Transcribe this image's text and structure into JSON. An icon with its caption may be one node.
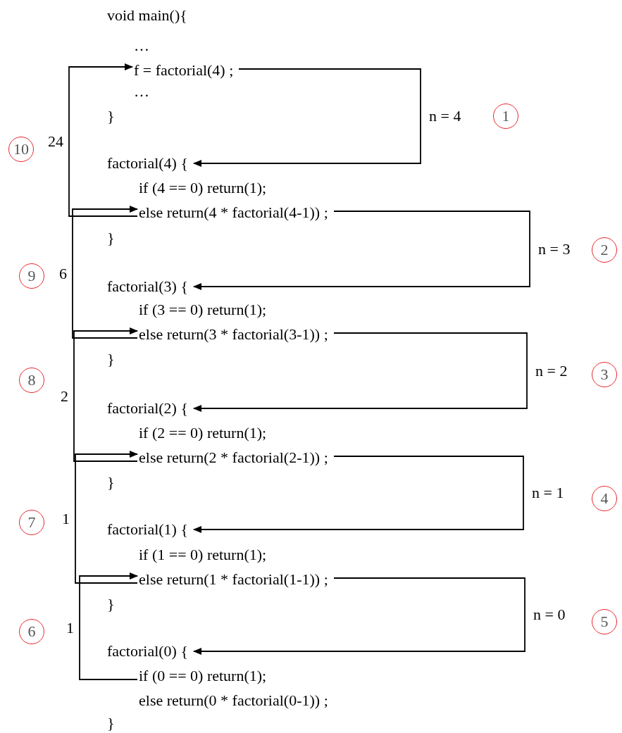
{
  "diagram": {
    "nodes": [
      {
        "text": [
          "f = factorial(4) ;"
        ]
      },
      {
        "text": [
          "1"
        ]
      },
      {
        "text": [
          "10"
        ]
      },
      {
        "text": [
          "factorial(4) {"
        ]
      },
      {
        "text": [
          "else return(4 * factorial(4-1)) ;"
        ]
      },
      {
        "text": [
          "2"
        ]
      },
      {
        "text": [
          "9"
        ]
      },
      {
        "text": [
          "factorial(3) {"
        ]
      },
      {
        "text": [
          "else return(3 * factorial(3-1)) ;"
        ]
      },
      {
        "text": [
          "3"
        ]
      },
      {
        "text": [
          "8"
        ]
      },
      {
        "text": [
          "factorial(2) {"
        ]
      },
      {
        "text": [
          "else return(2 * factorial(2-1)) ;"
        ]
      },
      {
        "text": [
          "4"
        ]
      },
      {
        "text": [
          "7"
        ]
      },
      {
        "text": [
          "factorial(1) {"
        ]
      },
      {
        "text": [
          "else return(1 * factorial(1-1)) ;"
        ]
      },
      {
        "text": [
          "5"
        ]
      },
      {
        "text": [
          "6"
        ]
      },
      {
        "text": [
          "factorial(0) {"
        ]
      },
      {
        "text": [
          "if (0 == 0) return(1);"
        ]
      }
    ],
    "edges": [
      {
        "from": 0,
        "to": 3,
        "arrow": "to",
        "label": "n = 4"
      },
      {
        "from": 4,
        "to": 7,
        "arrow": "to",
        "label": "n = 3"
      },
      {
        "from": 8,
        "to": 11,
        "arrow": "to",
        "label": "n = 2"
      },
      {
        "from": 12,
        "to": 15,
        "arrow": "to",
        "label": "n = 1"
      },
      {
        "from": 16,
        "to": 19,
        "arrow": "to",
        "label": "n = 0"
      },
      {
        "from": 4,
        "to": 0,
        "arrow": "to",
        "label": "24"
      },
      {
        "from": 8,
        "to": 4,
        "arrow": "to",
        "label": "6"
      },
      {
        "from": 12,
        "to": 8,
        "arrow": "to",
        "label": "2"
      },
      {
        "from": 16,
        "to": 12,
        "arrow": "to",
        "label": "1"
      },
      {
        "from": 20,
        "to": 16,
        "arrow": "to",
        "label": "1"
      }
    ],
    "labels": [
      "void main(){",
      "…",
      "…",
      "}",
      "if (4 == 0) return(1);",
      "}",
      "if (3 == 0) return(1);",
      "}",
      "if (2 == 0) return(1);",
      "}",
      "if (1 == 0) return(1);",
      "}",
      "else return(0 * factorial(0-1)) ;",
      "}"
    ]
  }
}
